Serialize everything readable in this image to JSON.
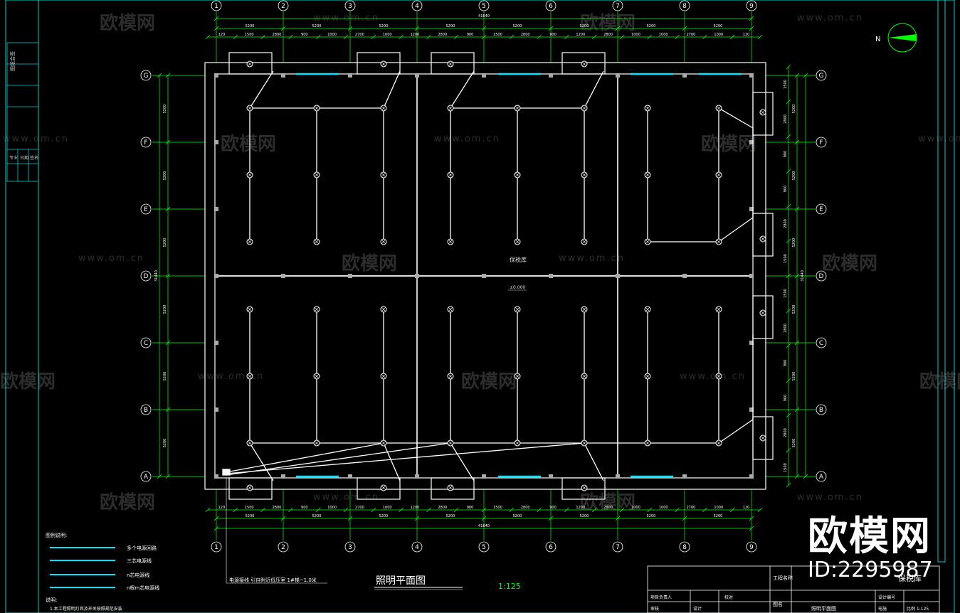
{
  "axes": {
    "columns": [
      "1",
      "2",
      "3",
      "4",
      "5",
      "6",
      "7",
      "8",
      "9"
    ],
    "rows": [
      "G",
      "F",
      "E",
      "D",
      "C",
      "B",
      "A"
    ]
  },
  "dims": {
    "top_detail": [
      "120",
      "1500",
      "2800",
      "900",
      "1000",
      "2700",
      "1000",
      "1200",
      "2800",
      "900",
      "1500",
      "2800",
      "900",
      "1200",
      "2800",
      "1000",
      "1000",
      "2700",
      "1000",
      "120"
    ],
    "top_bays": [
      "5200",
      "5200",
      "5200",
      "5200",
      "5200",
      "5200",
      "5200",
      "5200"
    ],
    "top_total": "41640",
    "left_bays": [
      "5200",
      "5200",
      "5200",
      "5200",
      "5200",
      "5200"
    ],
    "left_total": "31440",
    "right_detail": [
      "1500",
      "2800",
      "900",
      "900",
      "2800",
      "1500",
      "1500",
      "2800",
      "900",
      "900",
      "2800",
      "1500"
    ],
    "right_bays": [
      "5200",
      "5200",
      "5200",
      "5200",
      "5200",
      "5200"
    ]
  },
  "plan": {
    "room_name": "保税库",
    "elevation": "±0.000",
    "title": "照明平面图",
    "scale": "1:125",
    "feed_note": "电源接线  引自附近低压室  1#梯~1.0米",
    "north": "N"
  },
  "legend": {
    "title": "图例说明:",
    "items": [
      "多个电源回路",
      "三芯电源线",
      "n芯电源线",
      "n根m芯电源线"
    ],
    "notes_title": "说明:",
    "note1": "1.本工程照明灯具及开关按照规范安装"
  },
  "title_block": {
    "project_label": "工程名称",
    "project_name": "保税库",
    "lead": "项目负责人",
    "check": "校对",
    "drawing_label": "图名",
    "drawing_name": "照明平面图",
    "design_no": "设计编号",
    "sheet": "电施",
    "ratio": "比例 1:125",
    "review": "审核",
    "design": "设计"
  },
  "side_strip": {
    "label": "图纸会签",
    "cells": [
      "专业",
      "日期",
      "签名"
    ]
  },
  "watermark": {
    "logo": "欧模网",
    "url": "www.om.cn",
    "brand": "欧模网",
    "id": "ID:2295987"
  },
  "colors": {
    "bg": "#000000",
    "wall": "#ffffff",
    "dim": "#00ff00",
    "frame": "#00ffff",
    "window": "#00e5ff"
  }
}
